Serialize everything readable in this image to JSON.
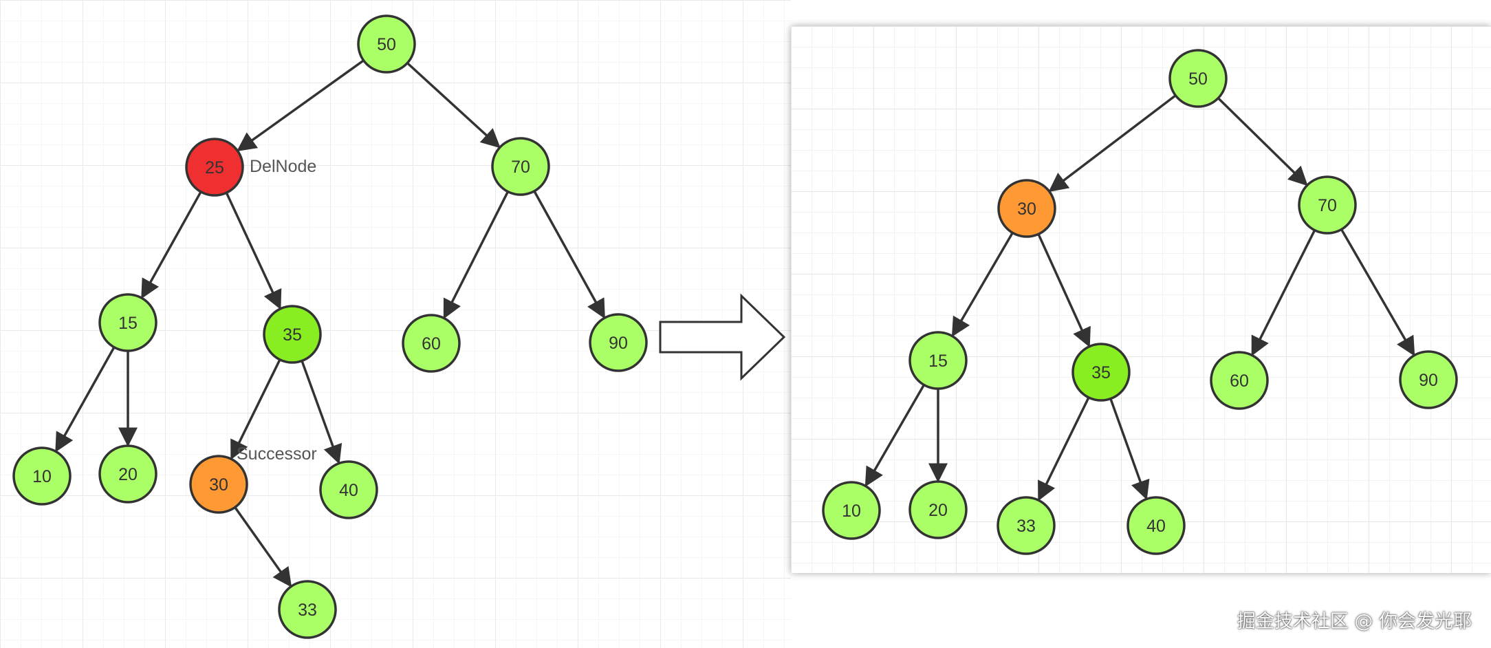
{
  "colors": {
    "normal_node": "#aaff66",
    "child_node": "#88ee22",
    "deleted_node": "#f03030",
    "successor_node": "#ff9933",
    "edge": "#333333"
  },
  "before_tree": {
    "nodes": [
      {
        "id": "n50",
        "label": "50",
        "role": "normal"
      },
      {
        "id": "n25",
        "label": "25",
        "role": "deleted"
      },
      {
        "id": "n70",
        "label": "70",
        "role": "normal"
      },
      {
        "id": "n15",
        "label": "15",
        "role": "normal"
      },
      {
        "id": "n35",
        "label": "35",
        "role": "child"
      },
      {
        "id": "n60",
        "label": "60",
        "role": "normal"
      },
      {
        "id": "n90",
        "label": "90",
        "role": "normal"
      },
      {
        "id": "n10",
        "label": "10",
        "role": "normal"
      },
      {
        "id": "n20",
        "label": "20",
        "role": "normal"
      },
      {
        "id": "n30",
        "label": "30",
        "role": "successor"
      },
      {
        "id": "n40",
        "label": "40",
        "role": "normal"
      },
      {
        "id": "n33",
        "label": "33",
        "role": "normal"
      }
    ],
    "edges": [
      [
        "n50",
        "n25"
      ],
      [
        "n50",
        "n70"
      ],
      [
        "n25",
        "n15"
      ],
      [
        "n25",
        "n35"
      ],
      [
        "n70",
        "n60"
      ],
      [
        "n70",
        "n90"
      ],
      [
        "n15",
        "n10"
      ],
      [
        "n15",
        "n20"
      ],
      [
        "n35",
        "n30"
      ],
      [
        "n35",
        "n40"
      ],
      [
        "n30",
        "n33"
      ]
    ],
    "annotations": {
      "del_node": "DelNode",
      "successor": "Successor"
    }
  },
  "after_tree": {
    "nodes": [
      {
        "id": "m50",
        "label": "50",
        "role": "normal"
      },
      {
        "id": "m30",
        "label": "30",
        "role": "successor"
      },
      {
        "id": "m70",
        "label": "70",
        "role": "normal"
      },
      {
        "id": "m15",
        "label": "15",
        "role": "normal"
      },
      {
        "id": "m35",
        "label": "35",
        "role": "child"
      },
      {
        "id": "m60",
        "label": "60",
        "role": "normal"
      },
      {
        "id": "m90",
        "label": "90",
        "role": "normal"
      },
      {
        "id": "m10",
        "label": "10",
        "role": "normal"
      },
      {
        "id": "m20",
        "label": "20",
        "role": "normal"
      },
      {
        "id": "m33",
        "label": "33",
        "role": "normal"
      },
      {
        "id": "m40",
        "label": "40",
        "role": "normal"
      }
    ],
    "edges": [
      [
        "m50",
        "m30"
      ],
      [
        "m50",
        "m70"
      ],
      [
        "m30",
        "m15"
      ],
      [
        "m30",
        "m35"
      ],
      [
        "m70",
        "m60"
      ],
      [
        "m70",
        "m90"
      ],
      [
        "m15",
        "m10"
      ],
      [
        "m15",
        "m20"
      ],
      [
        "m35",
        "m33"
      ],
      [
        "m35",
        "m40"
      ]
    ]
  },
  "watermark": "掘金技术社区 @ 你会发光耶"
}
